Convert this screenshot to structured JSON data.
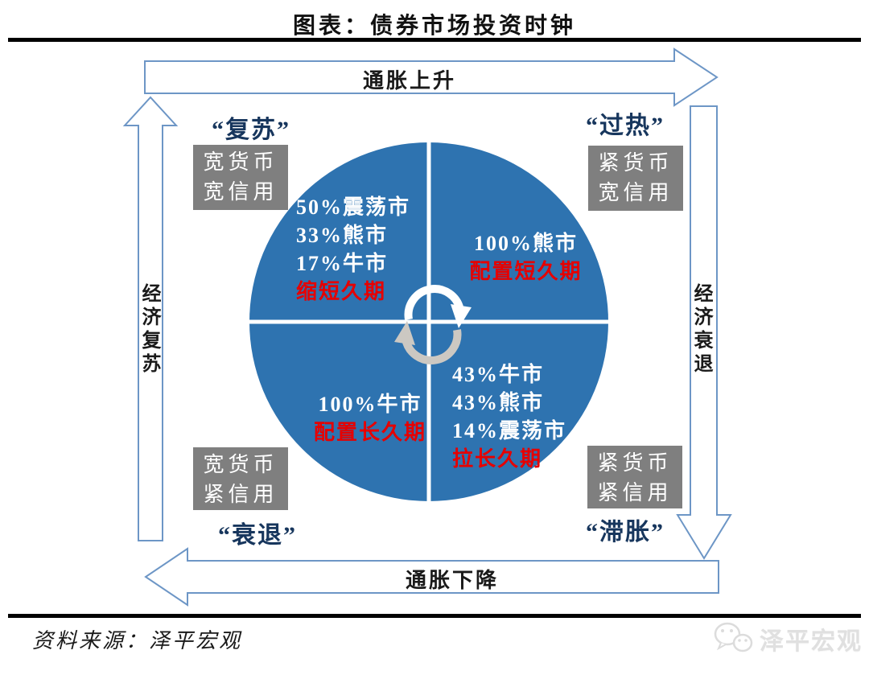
{
  "title": "图表：债券市场投资时钟",
  "arrows": {
    "top": "通胀上升",
    "bottom": "通胀下降",
    "left": "经济复苏",
    "right": "经济衰退"
  },
  "corners": {
    "top_left": {
      "label": "“复苏”",
      "policy": [
        "宽货币",
        "宽信用"
      ]
    },
    "top_right": {
      "label": "“过热”",
      "policy": [
        "紧货币",
        "宽信用"
      ]
    },
    "bottom_left": {
      "label": "“衰退”",
      "policy": [
        "宽货币",
        "紧信用"
      ]
    },
    "bottom_right": {
      "label": "“滞胀”",
      "policy": [
        "紧货币",
        "紧信用"
      ]
    }
  },
  "quadrants": {
    "top_left": {
      "lines": [
        "50%震荡市",
        "33%熊市",
        "17%牛市"
      ],
      "strategy": "缩短久期"
    },
    "top_right": {
      "lines": [
        "100%熊市"
      ],
      "strategy": "配置短久期"
    },
    "bottom_left": {
      "lines": [
        "100%牛市"
      ],
      "strategy": "配置长久期"
    },
    "bottom_right": {
      "lines": [
        "43%牛市",
        "43%熊市",
        "14%震荡市"
      ],
      "strategy": "拉长久期"
    }
  },
  "footer": {
    "source": "资料来源：泽平宏观",
    "watermark": "泽平宏观"
  },
  "colors": {
    "circle_blue": "#2e73b0",
    "strategy_red": "#e60000",
    "policy_box_gray": "#7f7f7f",
    "arrow_outline_blue": "#6d96c6",
    "corner_label_navy": "#17365d",
    "watermark_gray": "#e0e0e0"
  }
}
